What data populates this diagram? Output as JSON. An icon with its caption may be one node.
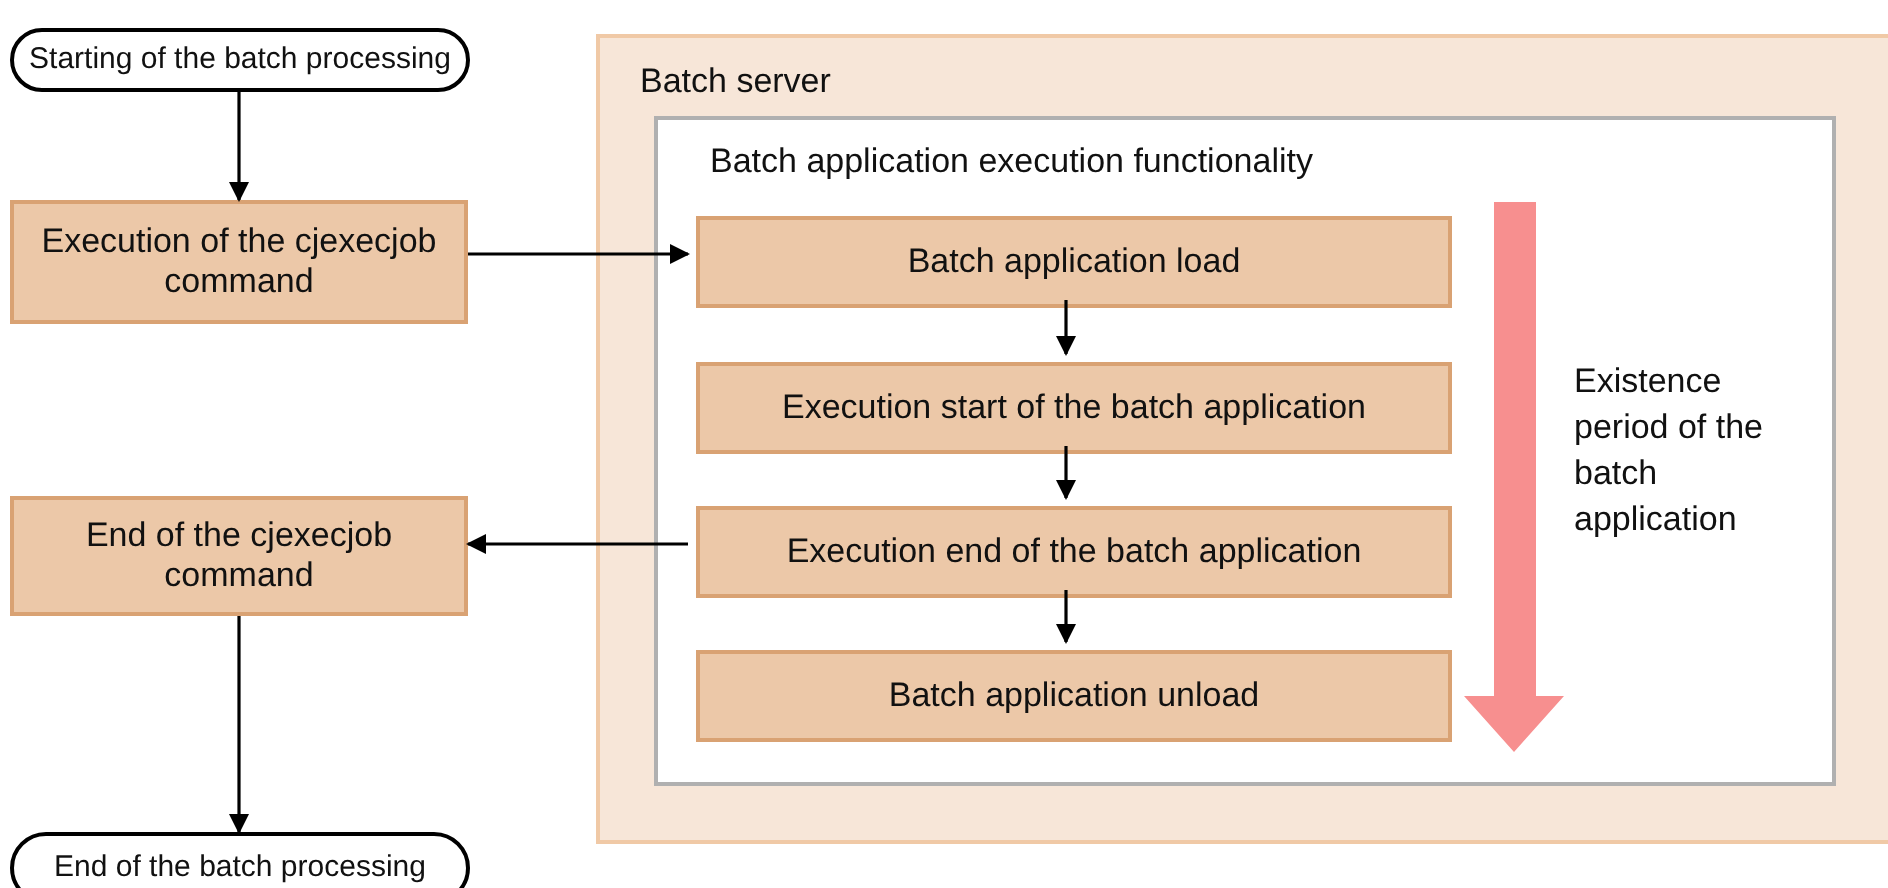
{
  "diagram": {
    "nodes": [
      {
        "text": [
          "Starting of the batch processing"
        ]
      },
      {
        "text": [
          "Execution of the cjexecjob command"
        ]
      },
      {
        "text": [
          "Batch server"
        ]
      },
      {
        "text": [
          "Batch application execution functionality"
        ],
        "in": 2
      },
      {
        "text": [
          "Batch application load"
        ],
        "in": 3
      },
      {
        "text": [
          "Execution start of the batch application"
        ],
        "in": 3
      },
      {
        "text": [
          "Execution end of the batch application"
        ],
        "in": 3
      },
      {
        "text": [
          "Batch application unload"
        ],
        "in": 3
      },
      {
        "text": [
          "End of the cjexecjob command"
        ]
      },
      {
        "text": [
          "End of the batch processing"
        ]
      }
    ],
    "edges": [
      {
        "from": 0,
        "to": 1,
        "arrow": "to"
      },
      {
        "from": 1,
        "to": 4,
        "arrow": "to"
      },
      {
        "from": 4,
        "to": 5,
        "arrow": "to"
      },
      {
        "from": 5,
        "to": 6,
        "arrow": "to"
      },
      {
        "from": 6,
        "to": 8,
        "arrow": "to"
      },
      {
        "from": 6,
        "to": 7,
        "arrow": "to"
      },
      {
        "from": 8,
        "to": 9,
        "arrow": "to"
      }
    ],
    "labels": [
      "Existence period of the batch application"
    ]
  }
}
